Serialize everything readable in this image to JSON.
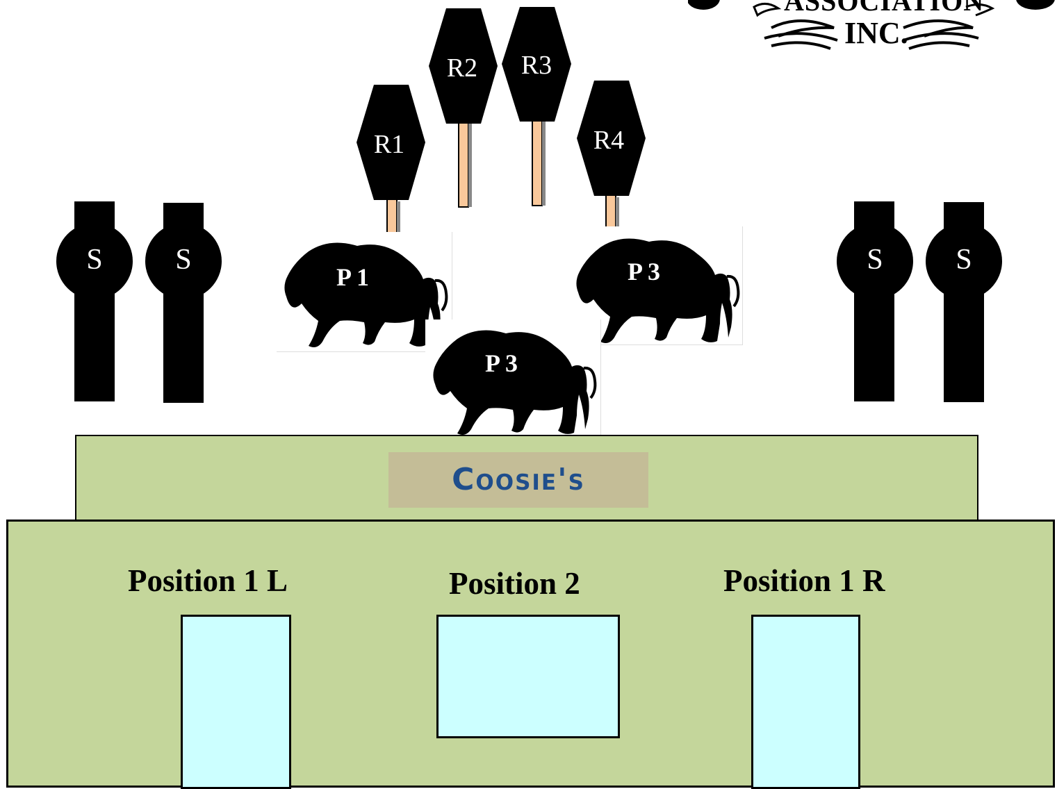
{
  "logo": {
    "line1": "ASSOCIATION",
    "line2": "INC."
  },
  "riders": [
    "R1",
    "R2",
    "R3",
    "R4"
  ],
  "side_markers": {
    "left": [
      "S",
      "S"
    ],
    "right": [
      "S",
      "S"
    ]
  },
  "pickups": [
    "P 1",
    "P 3",
    "P 3"
  ],
  "stage": {
    "sign": "Coosie's"
  },
  "positions": {
    "left": "Position  1 L",
    "center": "Position  2",
    "right": "Position  1 R"
  },
  "colors": {
    "building_green": "#c4d69b",
    "window_cyan": "#ccffff",
    "sign_bg": "#c4bd97",
    "sign_text": "#1f4e8c",
    "pole": "#f9c89b"
  }
}
